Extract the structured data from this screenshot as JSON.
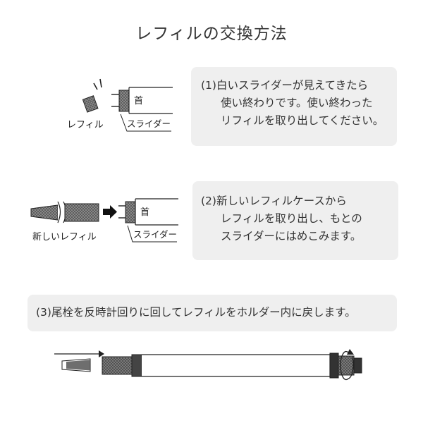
{
  "title": "レフィルの交換方法",
  "step1": {
    "line1": "(1)白いスライダーが見えてきたら",
    "line2": "使い終わりです。使い終わった",
    "line3": "リフィルを取り出してください。"
  },
  "step2": {
    "line1": "(2)新しいレフィルケースから",
    "line2": "レフィルを取り出し、もとの",
    "line3": "スライダーにはめこみます。"
  },
  "step3": {
    "line1": "(3)尾栓を反時計回りに回してレフィルをホルダー内に戻します。"
  },
  "illustrations": {
    "refill_label": "レフィル",
    "slider_label": "スライダー",
    "neck_label": "首",
    "new_refill_label": "新しいレフィル"
  }
}
